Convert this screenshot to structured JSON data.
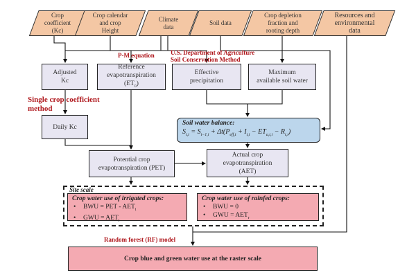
{
  "colors": {
    "input_fill": "#f4c7a4",
    "process_fill": "#e8e6f2",
    "balance_fill": "#bcd6ec",
    "output_fill": "#f4aab2",
    "method_label": "#b0191e"
  },
  "inputs": [
    {
      "id": "crop-coefficient",
      "label": "Crop\ncoefficient\n(Kc)"
    },
    {
      "id": "crop-calendar",
      "label": "Crop calendar\nand crop\nHeight"
    },
    {
      "id": "climate-data",
      "label": "Climate\ndata"
    },
    {
      "id": "soil-data",
      "label": "Soil data"
    },
    {
      "id": "crop-depletion",
      "label": "Crop depletion\nfraction and\nrooting depth"
    },
    {
      "id": "resources",
      "label": "Resources and\nenvironmental\ndata"
    }
  ],
  "processes": {
    "adjusted_kc": "Adjusted\nKc",
    "reference_et": "Reference\nevapotranspiration\n(ET",
    "reference_et_sub": "0",
    "reference_et_close": ")",
    "effective_precip": "Effective\nprecipitation",
    "max_soil_water": "Maximum\navailable soil water",
    "daily_kc": "Daily Kc",
    "pet": "Potential crop\nevapotranspiration (PET)",
    "aet": "Actual crop\nevapotranspiration\n(AET)"
  },
  "method_labels": {
    "pm_equation": "P-M equation",
    "usda": "U.S. Department of Agriculture\nSoil Conservation Method",
    "single_crop": "Single crop coefficient\nmethod",
    "random_forest": "Random forest (RF) model"
  },
  "soil_water_balance": {
    "title": "Soil water balance:",
    "equation": "S_{t,i} = S_{t−1,i} + Δt(P_{eff,t} + I_{t,i} − ET_{a,t,i} − R_{t,i})"
  },
  "site_scale": {
    "label": "Site scale",
    "irrigated": {
      "title": "Crop water use of irrigated crops:",
      "items": [
        "BWU = PET - AET",
        "GWU = AET"
      ],
      "subscript": "i"
    },
    "rainfed": {
      "title": "Crop water use of rainfed crops:",
      "items": [
        "BWU = 0",
        "GWU = AET"
      ],
      "subscript": "r"
    },
    "bullet": "•"
  },
  "output": "Crop blue and green water use at the raster scale"
}
